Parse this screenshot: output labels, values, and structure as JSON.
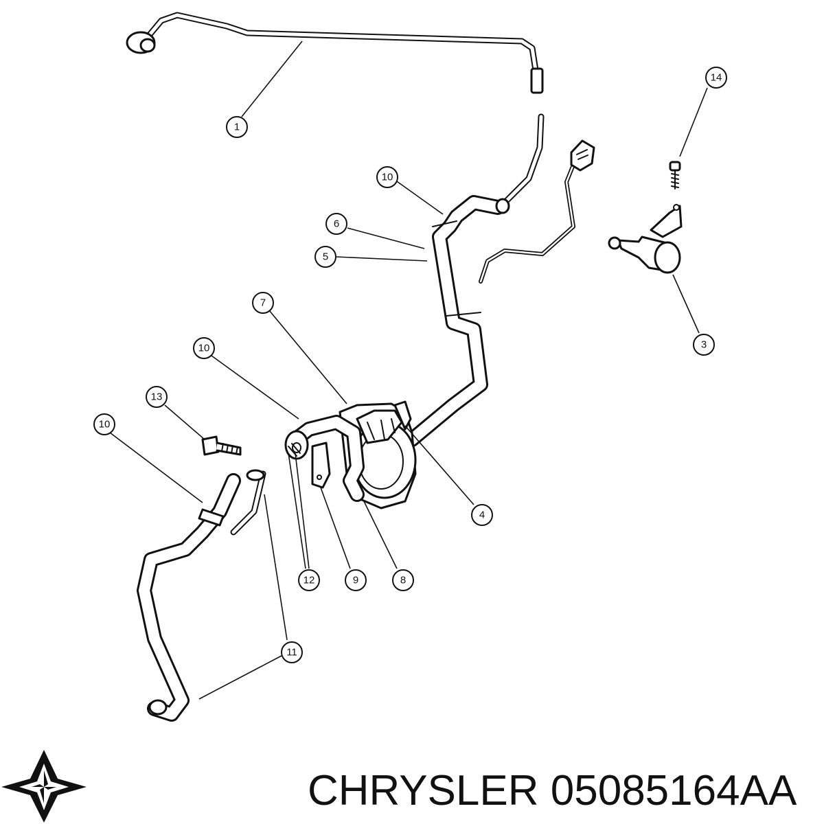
{
  "diagram": {
    "callouts": [
      "1",
      "14",
      "10",
      "6",
      "5",
      "3",
      "7",
      "10",
      "13",
      "10",
      "4",
      "12",
      "9",
      "8",
      "11"
    ]
  },
  "footer": {
    "brand_text": "CHRYSLER 05085164AA"
  },
  "colors": {
    "line": "#111111",
    "background": "#ffffff"
  }
}
